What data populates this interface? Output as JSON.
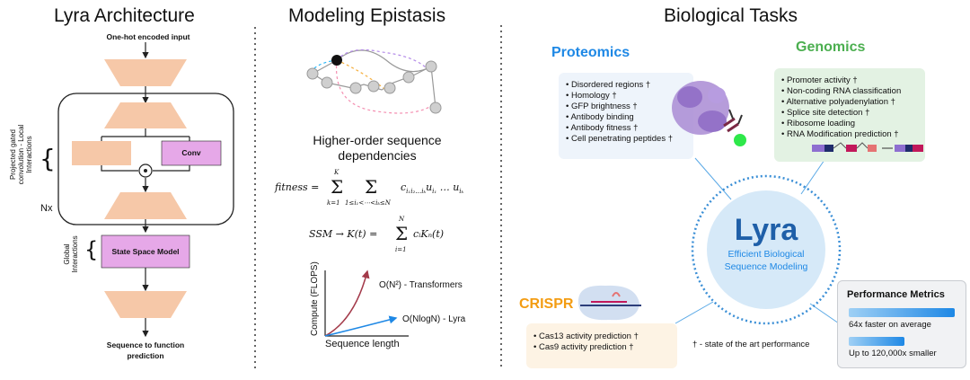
{
  "architecture": {
    "title": "Lyra Architecture",
    "input_label": "One-hot encoded input",
    "conv_label": "Conv",
    "local_label_line1": "Projected gated",
    "local_label_line2": "convolution - Local",
    "local_label_line3": "Interactions",
    "repeat_label": "Nx",
    "global_label_line1": "Global",
    "global_label_line2": "Interactions",
    "ssm_label": "State Space Model",
    "output_line1": "Sequence to function",
    "output_line2": "prediction",
    "colors": {
      "trapezoid": "#f6c8a8",
      "purple": "#e6a8e8"
    }
  },
  "epistasis": {
    "title": "Modeling Epistasis",
    "subtitle_line1": "Higher-order sequence",
    "subtitle_line2": "dependencies",
    "fitness_eq": "fitness = Σ_{k=1}^{K} Σ_{1≤i1<⋯<ik≤N} c_{i1i2…ik} u_{i1} … u_{ik}",
    "ssm_eq": "SSM → K(t) = Σ_{i=1}^{N} c_i K_n(t)",
    "chart": {
      "ylabel": "Compute (FLOPS)",
      "xlabel": "Sequence length",
      "series1": "O(N²) - Transformers",
      "series2": "O(NlogN) - Lyra"
    }
  },
  "tasks": {
    "title": "Biological Tasks",
    "center_title": "Lyra",
    "center_line1": "Efficient Biological",
    "center_line2": "Sequence Modeling",
    "proteomics": {
      "title": "Proteomics",
      "items": [
        "Disordered regions †",
        "Homology †",
        "GFP brightness †",
        "Antibody binding",
        "Antibody fitness †",
        "Cell penetrating peptides †"
      ]
    },
    "genomics": {
      "title": "Genomics",
      "items": [
        "Promoter activity †",
        "Non-coding RNA classification",
        "Alternative polyadenylation †",
        "Splice site detection †",
        "Ribosome loading",
        "RNA Modification prediction †"
      ]
    },
    "crispr": {
      "title": "CRISPR",
      "items": [
        "Cas13 activity prediction †",
        "Cas9 activity prediction †"
      ]
    },
    "footnote": "† - state of the art performance",
    "metrics": {
      "title": "Performance Metrics",
      "metric1": "64x faster on average",
      "metric2": "Up to 120,000x smaller"
    },
    "colors": {
      "proteomics": "#1e88e5",
      "genomics": "#4caf50",
      "crispr": "#f39c12"
    }
  }
}
